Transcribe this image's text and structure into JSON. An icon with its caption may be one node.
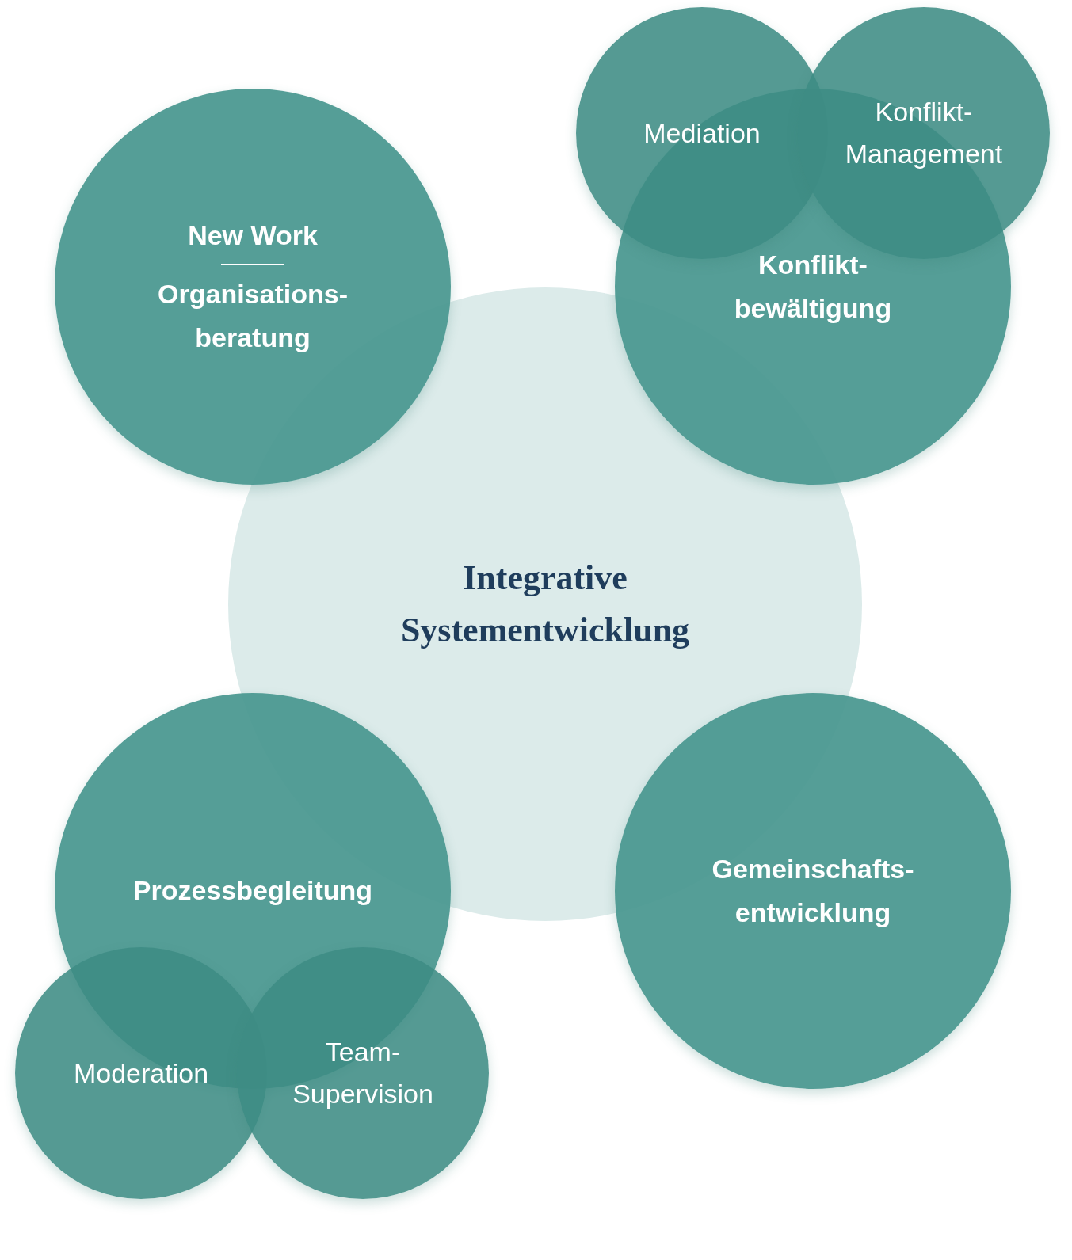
{
  "diagram": {
    "nodes": [
      {
        "text": [
          "New Work",
          "Organisations-beratung"
        ]
      },
      {
        "text": [
          "Mediation"
        ]
      },
      {
        "text": [
          "Konflikt-Management"
        ]
      },
      {
        "text": [
          "Konflikt-bewältigung"
        ]
      },
      {
        "text": [
          "Integrative Systementwicklung"
        ]
      },
      {
        "text": [
          "Prozessbegleitung"
        ]
      },
      {
        "text": [
          "Gemeinschafts-entwicklung"
        ]
      },
      {
        "text": [
          "Moderation"
        ]
      },
      {
        "text": [
          "Team-Supervision"
        ]
      }
    ]
  }
}
